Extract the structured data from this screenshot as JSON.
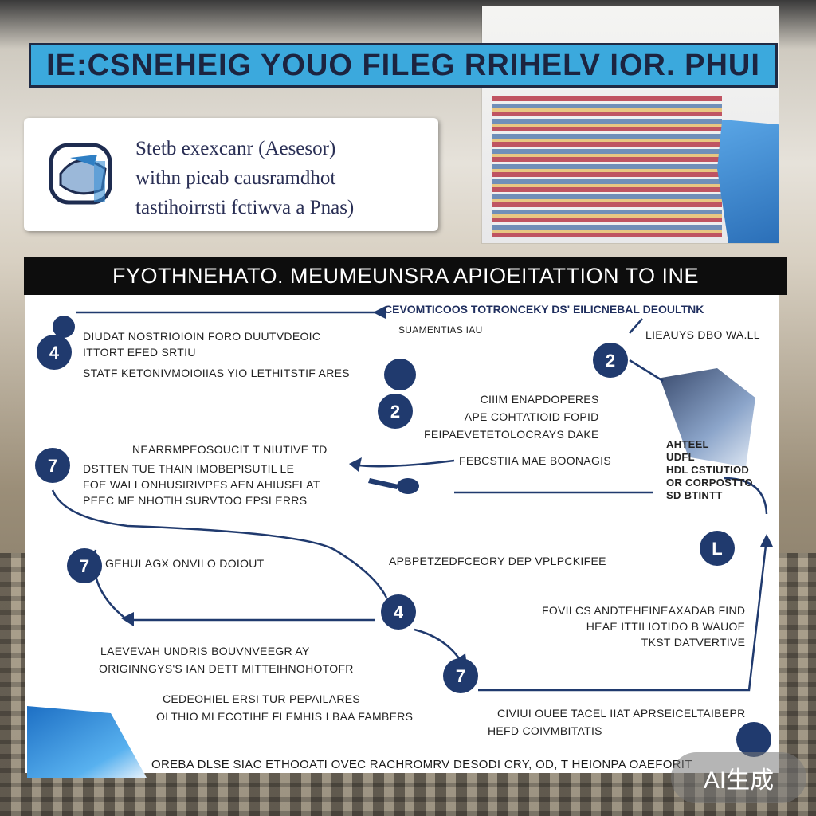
{
  "title": "IE:CSNEHEIG YOUO FILEG RRIHELV IOR. PHUI",
  "intro": {
    "lines": [
      "Stetb exexcanr (Aesesor)",
      "withn pieab causramdhot",
      "tastihoirrsti fctiwva a Pnas)"
    ]
  },
  "section_title": "FYOTHNEHATO. MEUMEUNSRA APIOEITATTION TO INE",
  "nodes": [
    {
      "id": "n-top-left",
      "label": "4"
    },
    {
      "id": "n-mid-left",
      "label": "7"
    },
    {
      "id": "n-low-left",
      "label": "7"
    },
    {
      "id": "n-center-top",
      "label": "2"
    },
    {
      "id": "n-center-low",
      "label": "4"
    },
    {
      "id": "n-bottom",
      "label": "7"
    },
    {
      "id": "n-right-top",
      "label": "2"
    },
    {
      "id": "n-right-low",
      "label": "L"
    }
  ],
  "texts": {
    "header_top": "CEVOMTICOOS TOTRONCEKY DS' EILICNEBAL DEOULTNK",
    "header_sub": "SUAMENTIAS  IAU",
    "block1": [
      "DIUDAT NOSTRIOIOIN  FORO DUUTVDEOIC",
      "ITTORT EFED SRTIU",
      "STATF KETONIVMOIOIIAS YIO LETHITSTIF ARES"
    ],
    "block2_head": "NEARRMPEOSOUCIT T NIUTIVE TD",
    "block2": [
      "DSTTEN TUE THAIN IMOBEPISUTIL  LE",
      "FOE WALI ONHUSIRIVPFS AEN AHIUSELAT",
      "PEEC  ME NHOTIH SURVTOO EPSI ERRS"
    ],
    "block3": "GEHULAGX   ONVILO  DOIOUT",
    "block4": [
      "LAEVEVAH UNDRIS   BOUVNVEEGR  AY",
      "ORIGINNGYS'S IAN   DETT MITTEIHNOHOTOFR"
    ],
    "block5": [
      "CEDEOHIEL ERSI TUR  PEPAILARES",
      "OLTHIO MLECOTIHE FLEMHIS I  BAA FAMBERS"
    ],
    "center1": [
      "CIIIM ENAPDOPERES",
      "APE COHTATIOID   FOPID",
      "FEIPAEVETETOLOCRAYS  DAKE"
    ],
    "center2": "FEBCSTIIA MAE BOONAGIS",
    "center3": "APBPETZEDFCEORY DEP  VPLPCKIFEE",
    "right1": "LIEAUYS DBO WA.LL",
    "right2": [
      "AHTEEL",
      "UDFL",
      "HDL CSTIUTIOD",
      "OR CORPOSTTO",
      "SD BTINTT"
    ],
    "right3": [
      "FOVILCS  ANDTEHEINEAXADAB FIND",
      "HEAE  ITTILIOTIDO   B WAUOE",
      "TKST DATVERTIVE"
    ],
    "right4": [
      "CIVIUI  OUEE  TACEL IIAT APRSEICELTAIBEPR",
      "HEFD COIVMBITATIS"
    ],
    "footer": "OREBA  DLSE SIAC  ETHOOATI OVEC  RACHROMRV  DESODI  CRY, OD,  T HEIONPA  OAEFORIT"
  },
  "badge": "AI生成",
  "colors": {
    "accent": "#3ba9dd",
    "node": "#203a6e",
    "line": "#203a6e"
  }
}
